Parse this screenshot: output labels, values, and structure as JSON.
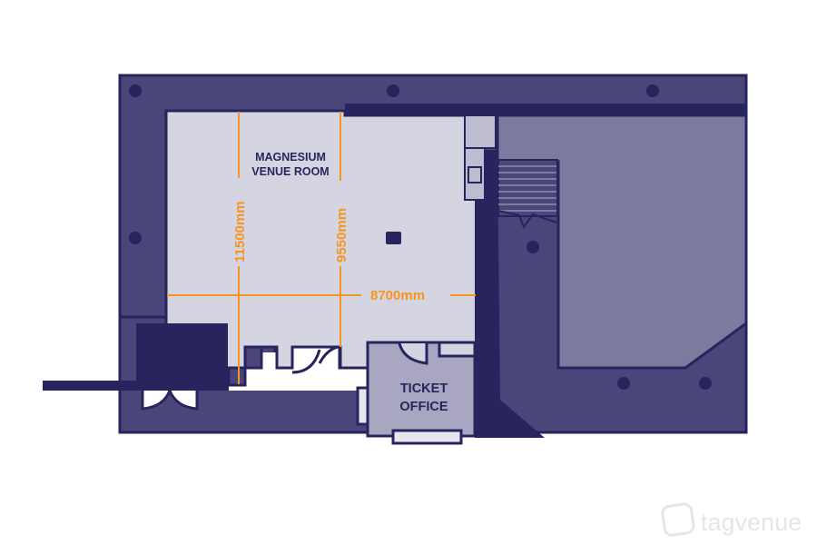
{
  "rooms": {
    "main_room": {
      "line1": "MAGNESIUM",
      "line2": "VENUE ROOM"
    },
    "ticket_office": {
      "line1": "TICKET",
      "line2": "OFFICE"
    }
  },
  "dimensions": {
    "left_height": "11500mm",
    "right_height": "9550mm",
    "width": "8700mm"
  },
  "watermark": {
    "brand": "tagvenue"
  },
  "colors": {
    "wall": "#27245e",
    "outer_band": "#4a4679",
    "side_area": "#7c7a9e",
    "room_floor": "#d5d5e2",
    "ticket_floor": "#a8a6c0",
    "dimension": "#f7941d"
  }
}
